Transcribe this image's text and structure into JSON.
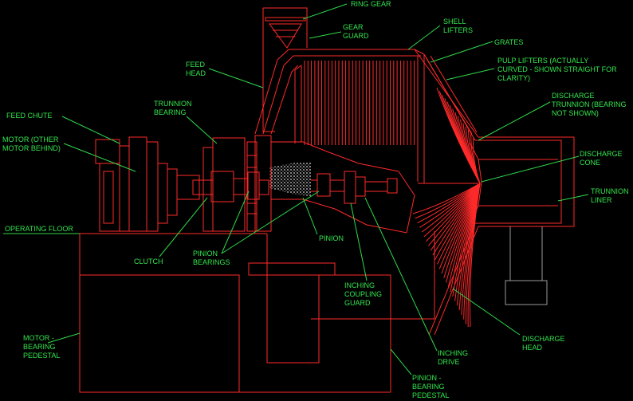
{
  "labels": {
    "ring_gear": "RING GEAR",
    "gear_guard": [
      "GEAR",
      "GUARD"
    ],
    "shell_lifters": [
      "SHELL",
      "LIFTERS"
    ],
    "grates": "GRATES",
    "pulp_lifters": [
      "PULP LIFTERS (ACTUALLY",
      "CURVED - SHOWN STRAIGHT FOR",
      "CLARITY)"
    ],
    "feed_head": [
      "FEED",
      "HEAD"
    ],
    "discharge_trunnion": [
      "DISCHARGE",
      "TRUNNION (BEARING",
      "NOT SHOWN)"
    ],
    "trunnion_bearing": [
      "TRUNNION",
      "BEARING"
    ],
    "feed_chute": "FEED CHUTE",
    "motor": [
      "MOTOR (OTHER",
      "MOTOR BEHIND)"
    ],
    "discharge_cone": [
      "DISCHARGE",
      "CONE"
    ],
    "trunnion_liner": [
      "TRUNNION",
      "LINER"
    ],
    "operating_floor": "OPERATING FLOOR",
    "clutch": "CLUTCH",
    "pinion_bearings": [
      "PINION",
      "BEARINGS"
    ],
    "pinion": "PINION",
    "inching_coupling_guard": [
      "INCHING",
      "COUPLING",
      "GUARD"
    ],
    "discharge_head": [
      "DISCHARGE",
      "HEAD"
    ],
    "inching_drive": [
      "INCHING",
      "DRIVE"
    ],
    "motor_bearing_pedestal": [
      "MOTOR -",
      "BEARING",
      "PEDESTAL"
    ],
    "pinion_bearing_pedestal": [
      "PINION -",
      "BEARING",
      "PEDESTAL"
    ]
  },
  "colors": {
    "background": "#000000",
    "equipment": "#ff2a2a",
    "labels": "#33e64d",
    "foundation": "#9a9a9a"
  }
}
